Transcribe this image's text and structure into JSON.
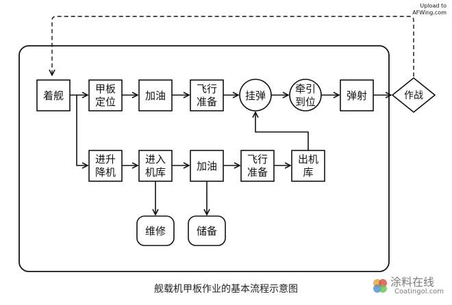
{
  "nodes": {
    "landing": "着舰",
    "deck_positioning": "甲板定位",
    "refuel_top": "加油",
    "flight_prep_top": "飞行准备",
    "mount_weapons": "挂弹",
    "tow_to_position": "牵引到位",
    "launch": "弹射",
    "combat": "作战",
    "elevator": "进升降机",
    "enter_hangar": "进入机库",
    "refuel_bottom": "加油",
    "flight_prep_bottom": "飞行准备",
    "exit_hangar": "出机库",
    "maintenance": "维修",
    "storage": "储备"
  },
  "caption": "舰载机甲板作业的基本流程示意图",
  "upload": {
    "line1": "Upload to",
    "line2": "AFWing.com"
  },
  "watermark": {
    "cn": "涂料在线",
    "en": "Coatingol.com"
  }
}
